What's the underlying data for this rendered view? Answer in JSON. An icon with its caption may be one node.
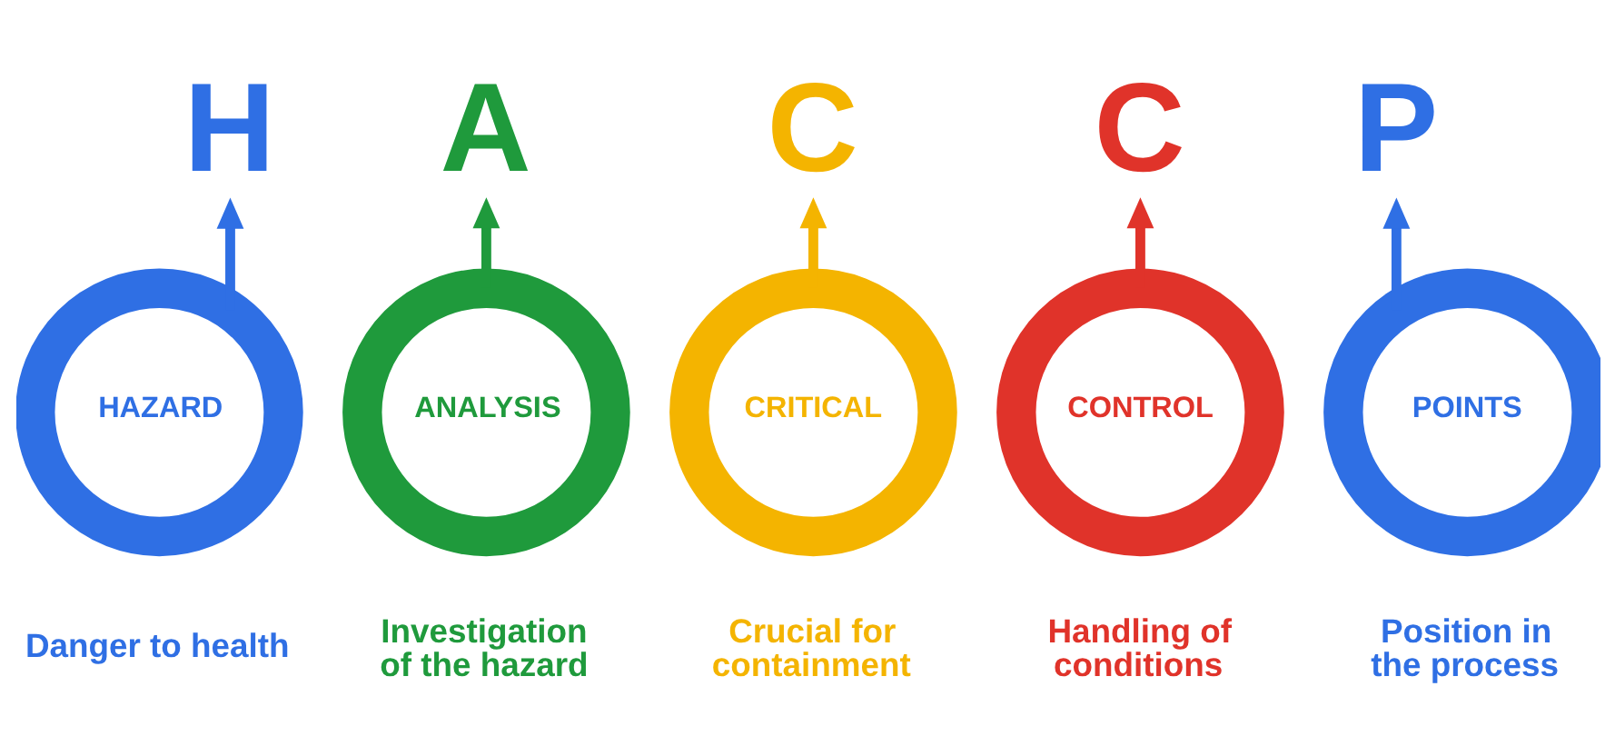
{
  "diagram": {
    "nodes": [
      {
        "text": [
          "H"
        ]
      },
      {
        "text": [
          "A"
        ]
      },
      {
        "text": [
          "C"
        ]
      },
      {
        "text": [
          "C"
        ]
      },
      {
        "text": [
          "P"
        ]
      },
      {
        "text": [
          "HAZARD"
        ],
        "beside": [
          "Danger to health"
        ]
      },
      {
        "text": [
          "ANALYSIS"
        ],
        "beside": [
          "Investigation of the hazard"
        ]
      },
      {
        "text": [
          "CRITICAL"
        ],
        "beside": [
          "Crucial for containment"
        ]
      },
      {
        "text": [
          "CONTROL"
        ],
        "beside": [
          "Handling of conditions"
        ]
      },
      {
        "text": [
          "POINTS"
        ],
        "beside": [
          "Position in the process"
        ]
      }
    ],
    "edges": [
      {
        "from": 5,
        "to": 0,
        "arrow": "to",
        "color": "#2f6fe4"
      },
      {
        "from": 6,
        "to": 1,
        "arrow": "to",
        "color": "#1f9a3c"
      },
      {
        "from": 7,
        "to": 2,
        "arrow": "to",
        "color": "#f4b400"
      },
      {
        "from": 8,
        "to": 3,
        "arrow": "to",
        "color": "#e0332a"
      },
      {
        "from": 9,
        "to": 4,
        "arrow": "to",
        "color": "#2f6fe4"
      }
    ]
  }
}
